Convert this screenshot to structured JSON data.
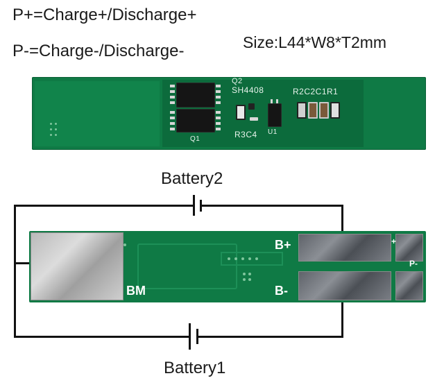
{
  "captions": {
    "pplus": "P+=Charge+/Discharge+",
    "pminus": "P-=Charge-/Discharge-",
    "size": "Size:L44*W8*T2mm"
  },
  "top_board": {
    "labels": {
      "q2": "Q2",
      "ic": "SH4408",
      "r2c2c1r1": "R2C2C1R1",
      "r3c4": "R3C4",
      "u1": "U1",
      "q1": "Q1"
    }
  },
  "bottom_board": {
    "labels": {
      "bplus": "B+",
      "bminus": "B-",
      "bm": "BM",
      "pplus": "+",
      "pminus": "P-"
    }
  },
  "wiring": {
    "battery2": "Battery2",
    "battery1": "Battery1"
  },
  "colors": {
    "pcb_green": "#0f7a45",
    "pad_silver": "#c8c8c8",
    "wire": "#111111"
  }
}
